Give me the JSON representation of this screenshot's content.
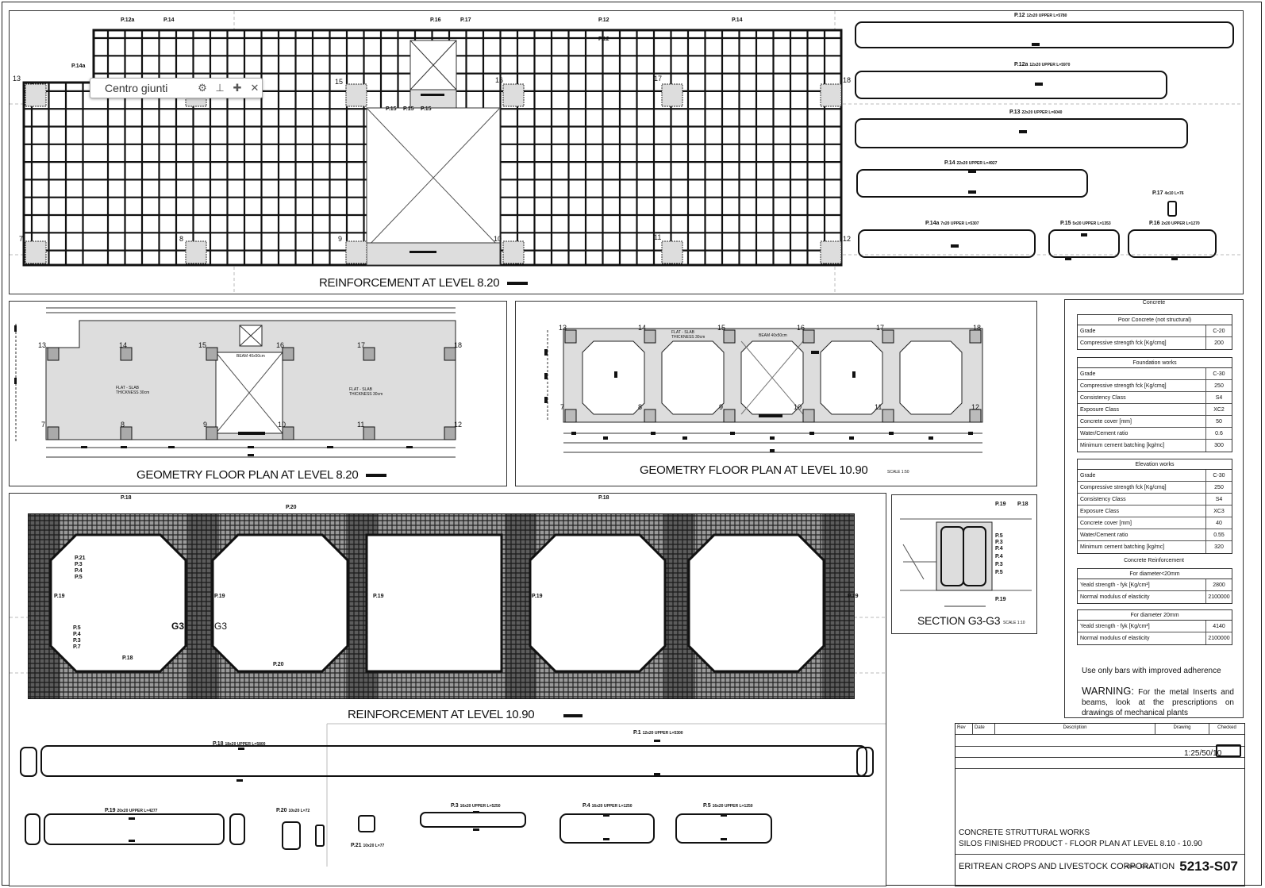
{
  "toolbar": {
    "title": "Centro giunti",
    "icons": [
      "gear-icon",
      "pin-icon",
      "plus-icon",
      "close-icon"
    ]
  },
  "panels": {
    "top": {
      "title": "REINFORCEMENT AT LEVEL 8.20"
    },
    "geo820": {
      "title": "GEOMETRY FLOOR PLAN AT LEVEL 8.20"
    },
    "geo1090": {
      "title": "GEOMETRY FLOOR PLAN AT LEVEL 10.90",
      "scale": "SCALE 1:50"
    },
    "reinf1090": {
      "title": "REINFORCEMENT AT LEVEL 10.90"
    },
    "section": {
      "title": "SECTION G3-G3",
      "scale": "SCALE 1:10"
    }
  },
  "top_labels": [
    "P.12a",
    "P.14",
    "P.16",
    "P.17",
    "P.12",
    "P.14",
    "P.14a",
    "P.15",
    "P.15",
    "P.15",
    "P.12"
  ],
  "top_axes": [
    "13",
    "15",
    "16",
    "17",
    "18",
    "7",
    "8",
    "9",
    "10",
    "11",
    "12"
  ],
  "bar_schedule": [
    {
      "label": "P.12",
      "sub": "12x20 UPPER L=5780"
    },
    {
      "label": "P.12a",
      "sub": "12x20 UPPER L=5970"
    },
    {
      "label": "P.13",
      "sub": "22x20 UPPER L=6040"
    },
    {
      "label": "P.14",
      "sub": "22x20 UPPER L=4927"
    },
    {
      "label": "P.14a",
      "sub": "7x20 UPPER L=5307"
    },
    {
      "label": "P.15",
      "sub": "5x20 UPPER L=1353"
    },
    {
      "label": "P.16",
      "sub": "2x20 UPPER L=1270"
    },
    {
      "label": "P.17",
      "sub": "4x10 L=76"
    }
  ],
  "geo_labels": {
    "slab1": "FLAT - SLAB",
    "slab_th": "THICKNESS 30cm",
    "open": "BEAM 40x50cm"
  },
  "geo820_axes": [
    "13",
    "14",
    "15",
    "16",
    "17",
    "18",
    "7",
    "8",
    "9",
    "10",
    "11",
    "12"
  ],
  "geo1090_axes": [
    "13",
    "14",
    "15",
    "16",
    "17",
    "18",
    "7",
    "8",
    "9",
    "10",
    "11",
    "12"
  ],
  "reinf_labels": [
    "P.18",
    "P.20",
    "P.18",
    "P.19",
    "P.19",
    "P.19",
    "P.19",
    "P.19",
    "P.21",
    "P.3",
    "P.4",
    "P.5",
    "P.5",
    "P.4",
    "P.3",
    "P.7",
    "P.18",
    "P.20",
    "G3",
    "G3"
  ],
  "section_labels": [
    "P.19",
    "P.18",
    "P.5",
    "P.3",
    "P.4",
    "P.4",
    "P.3",
    "P.5",
    "P.19"
  ],
  "bottom_bars": [
    {
      "label": "P.18",
      "sub": "18x20 UPPER L=5800"
    },
    {
      "label": "P.1",
      "sub": "12x20 UPPER L=5300"
    },
    {
      "label": "P.19",
      "sub": "20x20 UPPER L=4277"
    },
    {
      "label": "P.20",
      "sub": "10x20 L=72"
    },
    {
      "label": "P.21",
      "sub": "10x20 L=77"
    },
    {
      "label": "P.3",
      "sub": "16x20 UPPER L=5250"
    },
    {
      "label": "P.4",
      "sub": "16x20 UPPER L=1250"
    },
    {
      "label": "P.5",
      "sub": "16x20 UPPER L=1250"
    }
  ],
  "spec": {
    "title": "Concrete",
    "poor": {
      "title": "Poor Concrete (not structural)",
      "rows": [
        [
          "Grade",
          "C-20"
        ],
        [
          "Compressive strength fck [Kg/cmq]",
          "200"
        ]
      ]
    },
    "foundation": {
      "title": "Foundation works",
      "rows": [
        [
          "Grade",
          "C-30"
        ],
        [
          "Compressive strength fck [Kg/cmq]",
          "250"
        ],
        [
          "Consistency Class",
          "S4"
        ],
        [
          "Exposure Class",
          "XC2"
        ],
        [
          "Concrete cover [mm]",
          "50"
        ],
        [
          "Water/Cement ratio",
          "0.6"
        ],
        [
          "Minimum cement batching [kg/mc]",
          "300"
        ]
      ]
    },
    "elevation": {
      "title": "Elevation works",
      "rows": [
        [
          "Grade",
          "C-30"
        ],
        [
          "Compressive strength fck [Kg/cmq]",
          "250"
        ],
        [
          "Consistency Class",
          "S4"
        ],
        [
          "Exposure Class",
          "XC3"
        ],
        [
          "Concrete cover [mm]",
          "40"
        ],
        [
          "Water/Cement ratio",
          "0.55"
        ],
        [
          "Minimum cement batching [kg/mc]",
          "320"
        ]
      ]
    },
    "reinf_title": "Concrete Reinforcement",
    "d1": {
      "title": "For diameter<20mm",
      "rows": [
        [
          "Yeald strength - fyk [Kg/cm²]",
          "2800"
        ],
        [
          "Normal modulus of elasticity",
          "2100000"
        ]
      ]
    },
    "d2": {
      "title": "For diameter 20mm",
      "rows": [
        [
          "Yeald strength - fyk [Kg/cm²]",
          "4140"
        ],
        [
          "Normal modulus of elasticity",
          "2100000"
        ]
      ]
    }
  },
  "notes": {
    "adherence": "Use only bars with improved adherence",
    "warning_head": "WARNING:",
    "warning_body": "For the metal Inserts and beams, look at the prescriptions on drawings of mechanical plants"
  },
  "titleblock": {
    "header": [
      "Rev",
      "Date",
      "Description",
      "Drawing",
      "Checked"
    ],
    "scale": "1:25/50/10",
    "project1": "CONCRETE STRUTTURAL WORKS",
    "project2": "SILOS FINISHED PRODUCT - FLOOR PLAN AT LEVEL 8.10 - 10.90",
    "client": "ERITREAN CROPS AND LIVESTOCK CORPORATION",
    "drawing_no": "5213-S07",
    "code": "4346 - ECLC"
  }
}
